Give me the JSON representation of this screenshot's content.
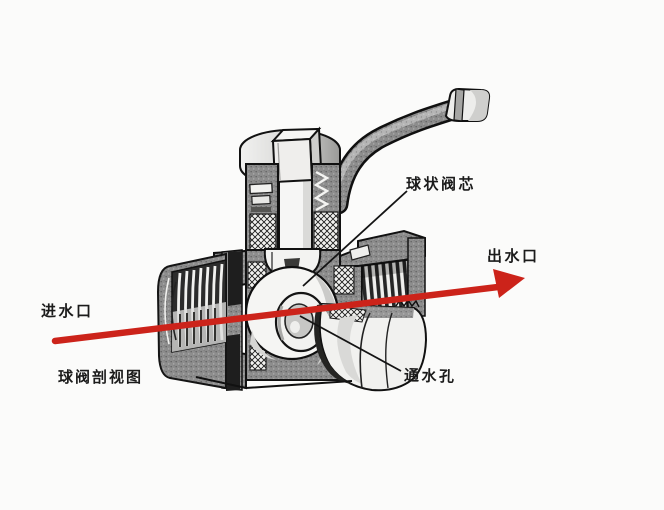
{
  "diagram": {
    "caption": "球阀剖视图",
    "labels": {
      "ball_core": "球状阀芯",
      "outlet": "出水口",
      "inlet": "进水口",
      "water_hole": "通水孔"
    },
    "colors": {
      "background": "#fbfbfa",
      "ink": "#141414",
      "metal_gray": "#8d8d8d",
      "flow_arrow_red": "#cc231a"
    }
  }
}
